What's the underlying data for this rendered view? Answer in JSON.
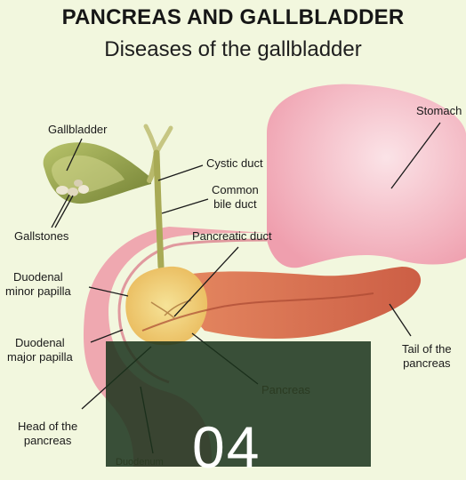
{
  "title": "PANCREAS AND GALLBLADDER",
  "subtitle": "Diseases of the gallbladder",
  "labels": {
    "gallbladder": "Gallbladder",
    "stomach": "Stomach",
    "cystic_duct": "Cystic duct",
    "common_bile_duct_1": "Common",
    "common_bile_duct_2": "bile duct",
    "gallstones": "Gallstones",
    "pancreatic_duct": "Pancreatic duct",
    "minor_papilla_1": "Duodenal",
    "minor_papilla_2": "minor papilla",
    "major_papilla_1": "Duodenal",
    "major_papilla_2": "major papilla",
    "tail_1": "Tail of the",
    "tail_2": "pancreas",
    "pancreas": "Pancreas",
    "head_1": "Head of the",
    "head_2": "pancreas",
    "duodenum": "Duodenum"
  },
  "overlay_number": "04",
  "colors": {
    "background": "#f2f7de",
    "stomach": "#f3c4cc",
    "pancreas": "#d9745a",
    "pancreas_head": "#f2d37a",
    "gallbladder": "#9aa64a",
    "overlay": "#1b331c"
  }
}
